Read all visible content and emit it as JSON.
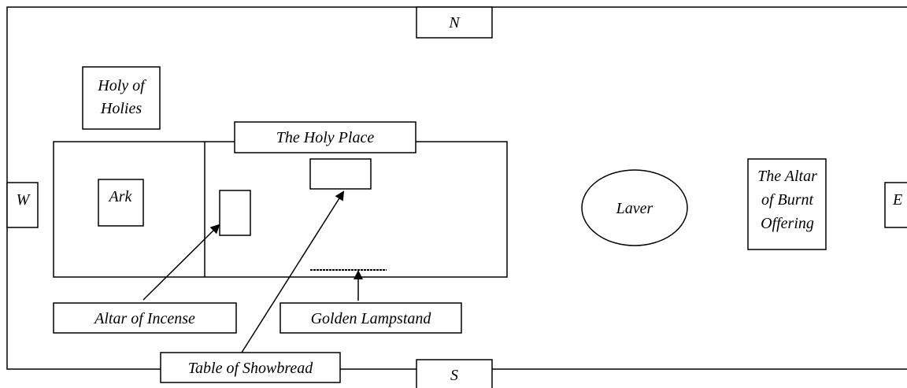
{
  "diagram": {
    "compass": {
      "north": "N",
      "south": "S",
      "west": "W",
      "east": "E"
    },
    "labels": {
      "holy_of_holies": [
        "Holy of",
        "Holies"
      ],
      "holy_place": "The Holy Place",
      "ark": "Ark",
      "laver": "Laver",
      "altar_burnt_offering": [
        "The Altar",
        "of Burnt",
        "Offering"
      ],
      "altar_of_incense": "Altar of Incense",
      "golden_lampstand": "Golden Lampstand",
      "table_of_showbread": "Table of Showbread"
    }
  }
}
